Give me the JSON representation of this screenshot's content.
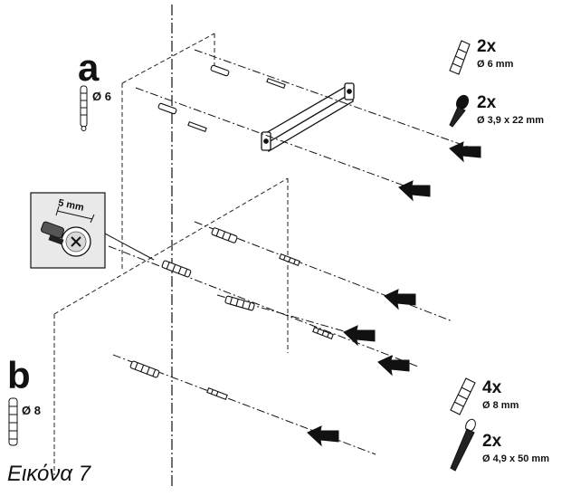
{
  "diagram": {
    "label_a": "a",
    "label_b": "b",
    "diameter_a": "Ø 6",
    "diameter_b": "Ø 8",
    "inset_measure": "5 mm",
    "caption": "Εικόνα 7",
    "legend_a": [
      {
        "qty": "2x",
        "spec": "Ø 6 mm",
        "icon": "wall-plug-icon"
      },
      {
        "qty": "2x",
        "spec": "Ø 3,9 x 22 mm",
        "icon": "screw-icon"
      }
    ],
    "legend_b": [
      {
        "qty": "4x",
        "spec": "Ø 8 mm",
        "icon": "wall-plug-icon"
      },
      {
        "qty": "2x",
        "spec": "Ø 4,9 x 50 mm",
        "icon": "screw-icon"
      }
    ],
    "colors": {
      "ink": "#111111",
      "inset_bg": "#e9e9e9"
    }
  }
}
